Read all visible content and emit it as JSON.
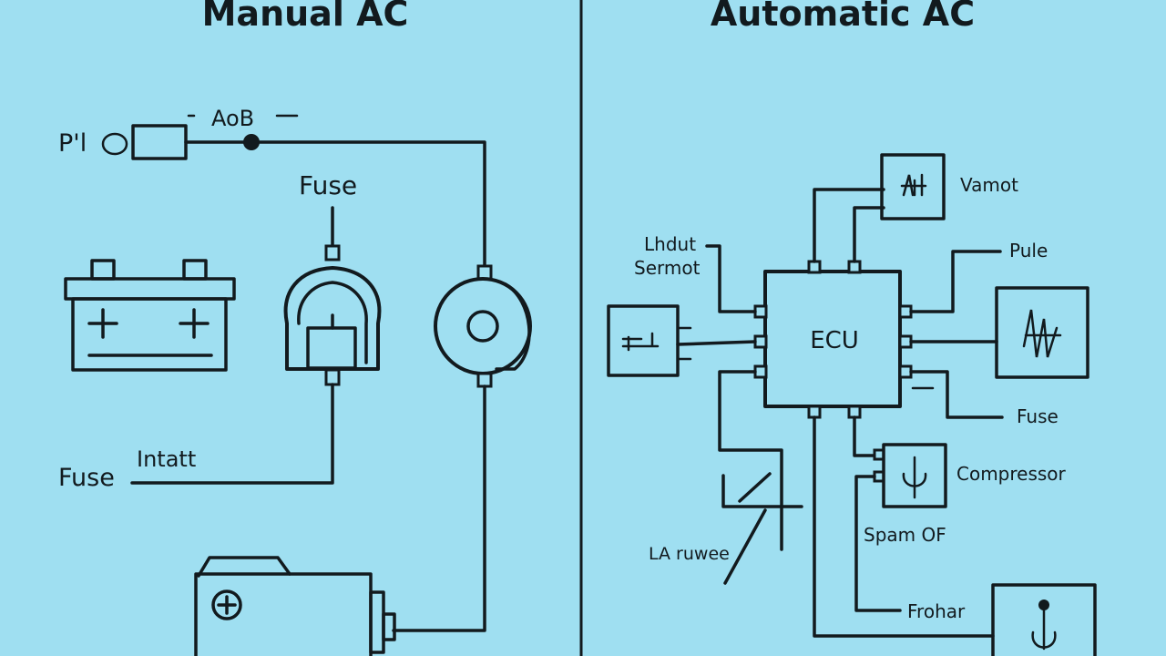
{
  "left_panel": {
    "title": "Manual AC",
    "labels": {
      "p1": "P'l",
      "aob": "AoB",
      "fuse_top": "Fuse",
      "fuse_bottom": "Fuse",
      "intatt": "Intatt"
    }
  },
  "right_panel": {
    "title": "Automatic AC",
    "ecu": "ECU",
    "labels": {
      "sensor_line1": "Lhdut",
      "sensor_line2": "Sermot",
      "vamot": "Vamot",
      "pule": "Pule",
      "fuse": "Fuse",
      "compressor": "Compressor",
      "spam_of": "Spam OF",
      "lamwee": "LA ruwee",
      "frohar": "Frohar"
    }
  },
  "colors": {
    "background": "#9fdff1",
    "line": "#121a1e"
  }
}
